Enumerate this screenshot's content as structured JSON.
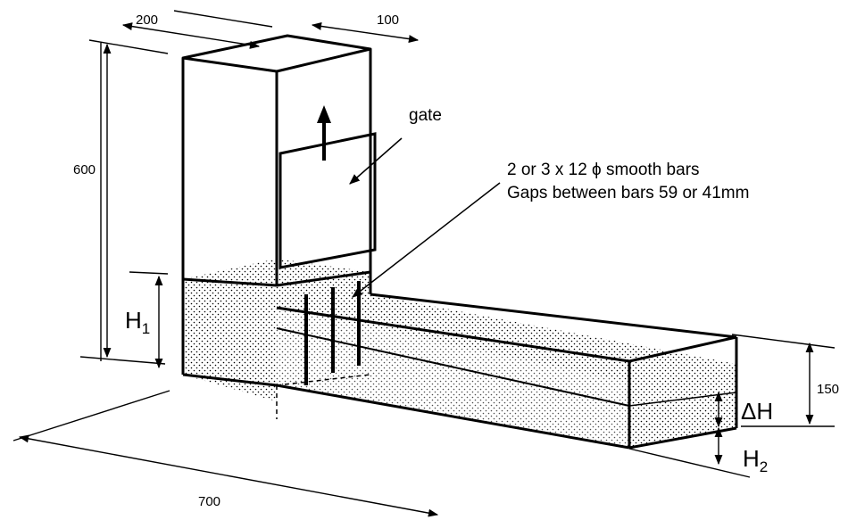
{
  "dimensions": {
    "width_top": "200",
    "depth_top": "100",
    "height_left": "600",
    "channel_length": "700",
    "channel_height": "150"
  },
  "labels": {
    "gate": "gate",
    "bars_line1": "2 or 3 x 12 ϕ smooth bars",
    "bars_line2": "Gaps between bars 59 or 41mm",
    "h1_main": "H",
    "h1_sub": "1",
    "h2_main": "H",
    "h2_sub": "2",
    "delta_h": "ΔH"
  },
  "colors": {
    "line": "#000000",
    "fill_dots": "#000000"
  }
}
